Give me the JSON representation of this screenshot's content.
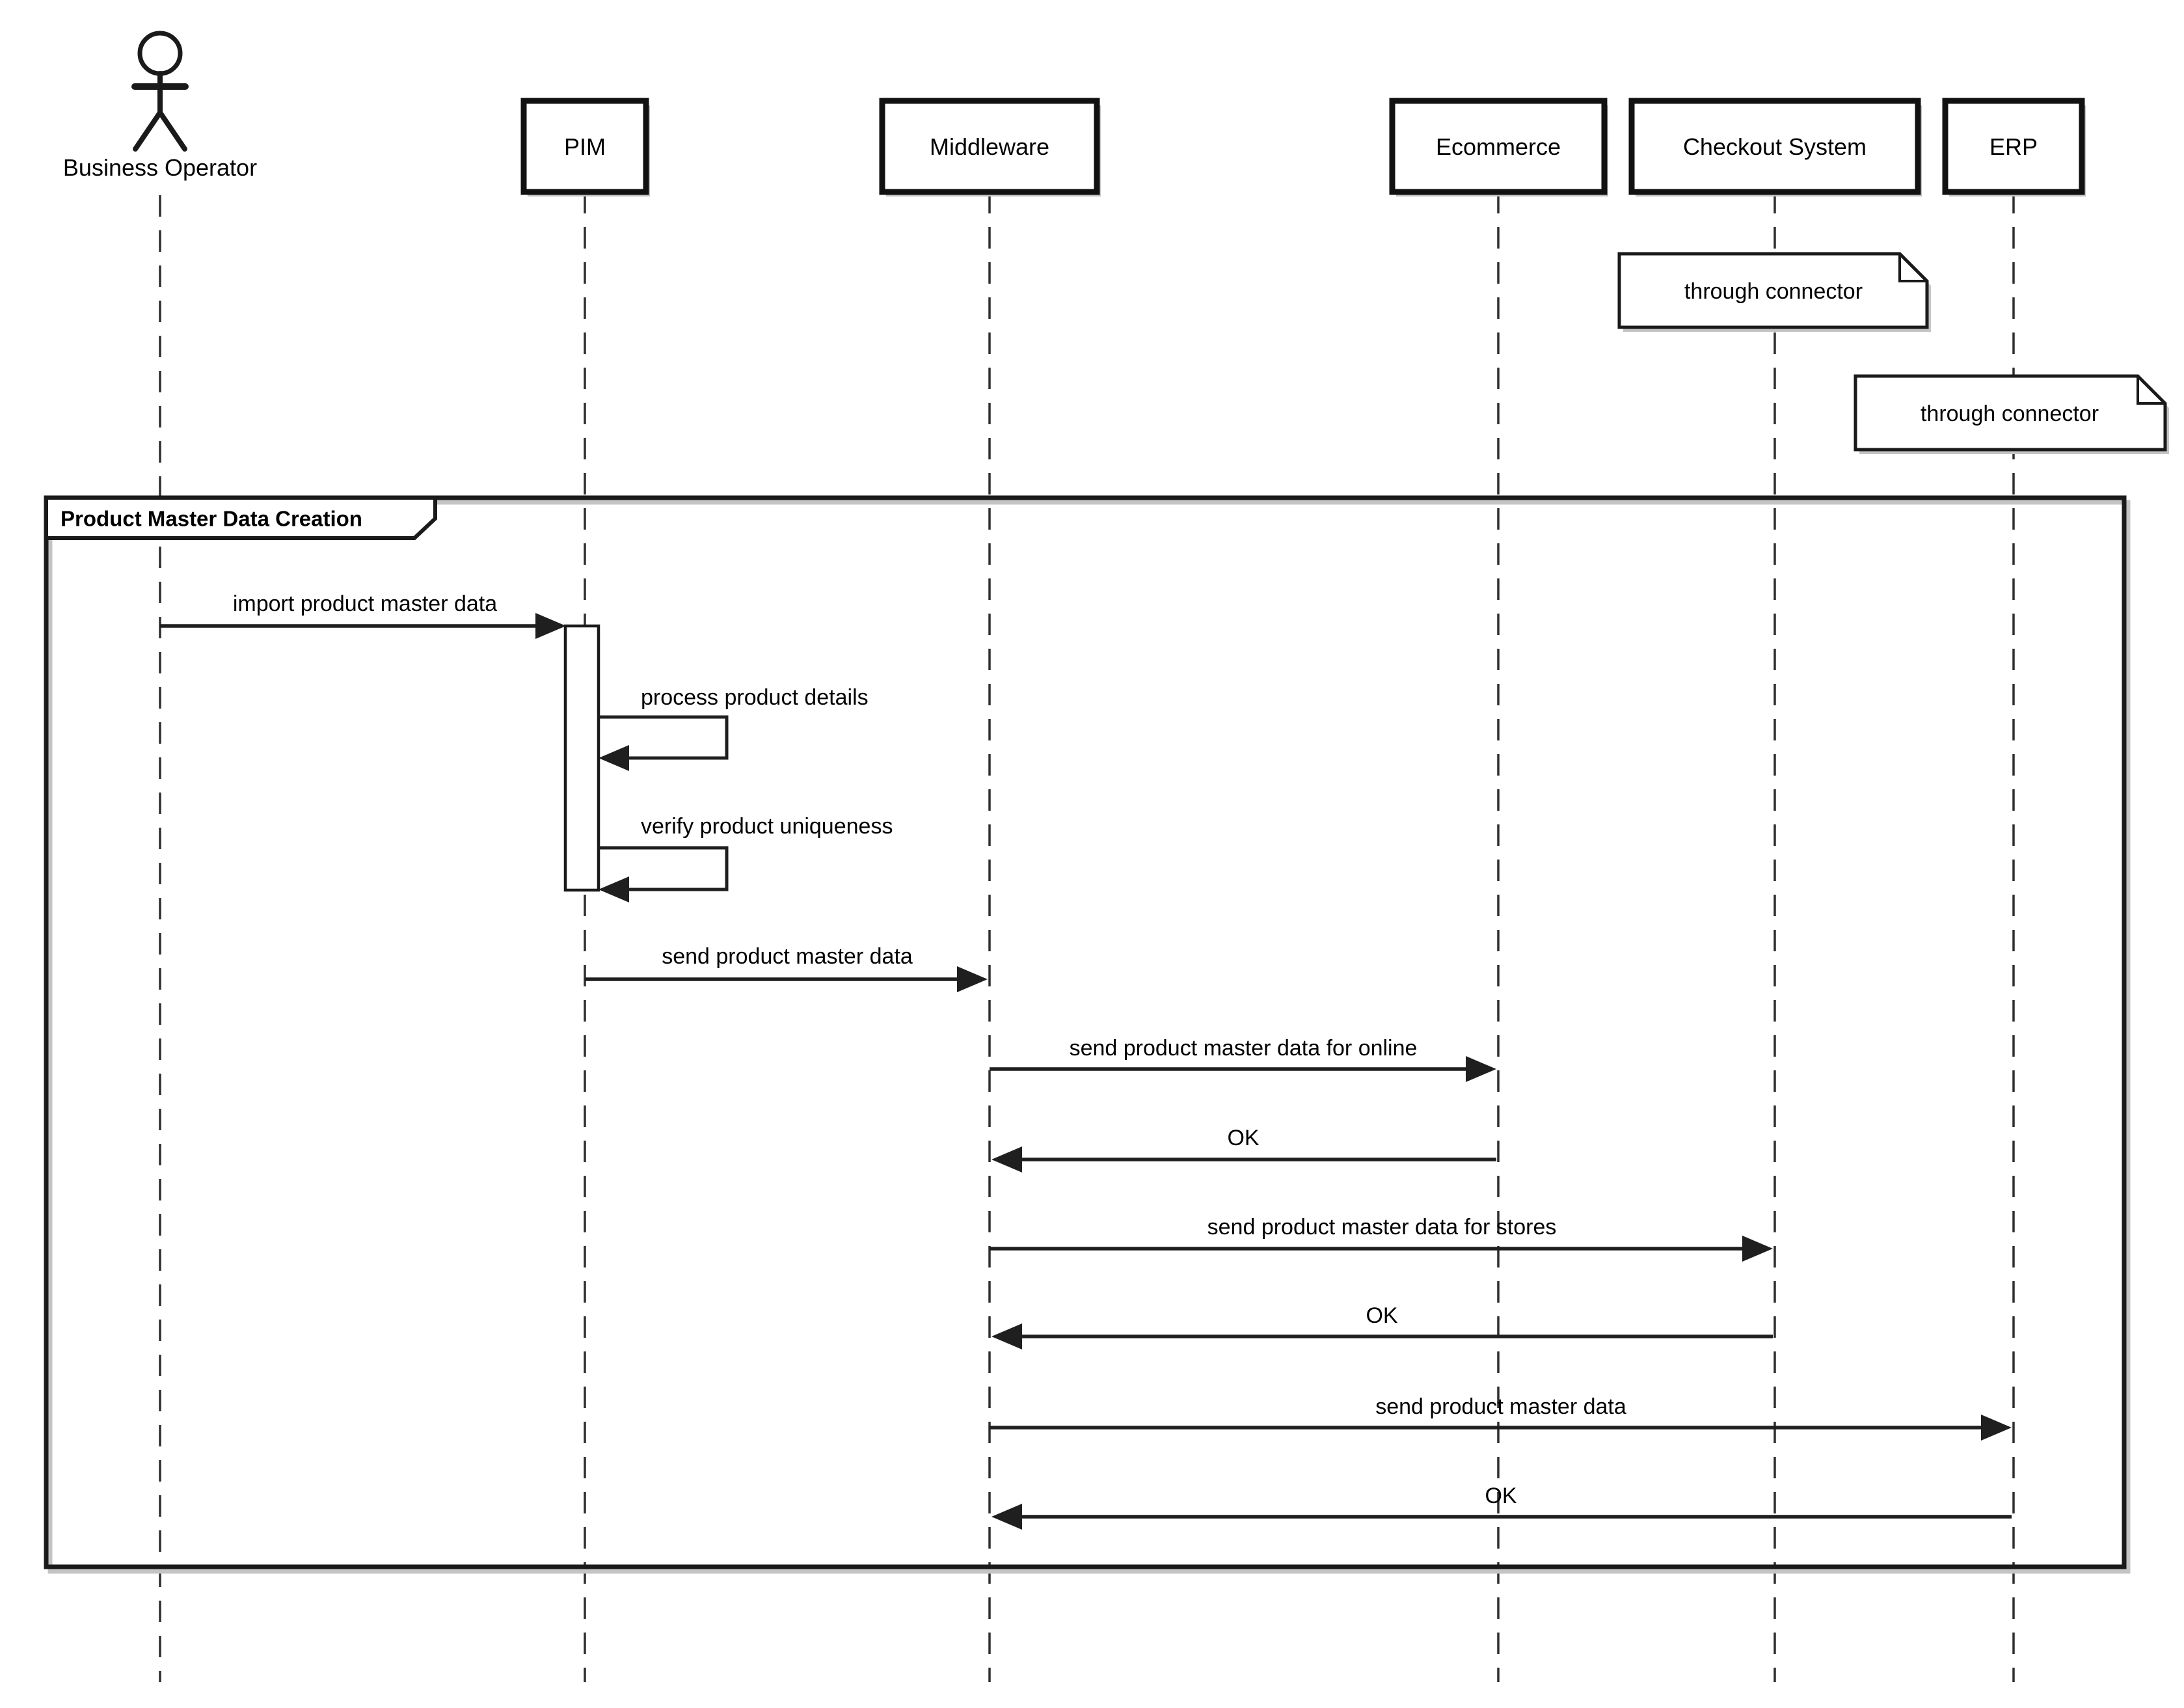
{
  "d": {
    "actor": {
      "label": "Business Operator"
    },
    "participants": [
      {
        "label": "PIM"
      },
      {
        "label": "Middleware"
      },
      {
        "label": "Ecommerce"
      },
      {
        "label": "Checkout System"
      },
      {
        "label": "ERP"
      }
    ],
    "notes": [
      {
        "text": "through connector",
        "anchor": "Checkout System"
      },
      {
        "text": "through connector",
        "anchor": "ERP"
      }
    ],
    "fragment": {
      "label": "Product Master Data Creation"
    },
    "messages": [
      {
        "label": "import product master data",
        "from": "Business Operator",
        "to": "PIM",
        "kind": "sync"
      },
      {
        "label": "process product details",
        "from": "PIM",
        "to": "PIM",
        "kind": "self"
      },
      {
        "label": "verify product uniqueness",
        "from": "PIM",
        "to": "PIM",
        "kind": "self"
      },
      {
        "label": "send product master data",
        "from": "PIM",
        "to": "Middleware",
        "kind": "sync"
      },
      {
        "label": "send product master data for online",
        "from": "Middleware",
        "to": "Ecommerce",
        "kind": "sync"
      },
      {
        "label": "OK",
        "from": "Ecommerce",
        "to": "Middleware",
        "kind": "return"
      },
      {
        "label": "send product master data for stores",
        "from": "Middleware",
        "to": "Checkout System",
        "kind": "sync"
      },
      {
        "label": "OK",
        "from": "Checkout System",
        "to": "Middleware",
        "kind": "return"
      },
      {
        "label": "send product master data",
        "from": "Middleware",
        "to": "ERP",
        "kind": "sync"
      },
      {
        "label": "OK",
        "from": "ERP",
        "to": "Middleware",
        "kind": "return"
      }
    ],
    "colors": {
      "stroke": "#1a1a1a",
      "text": "#000000",
      "background": "#ffffff",
      "shadow": "#c4c4c4"
    }
  }
}
